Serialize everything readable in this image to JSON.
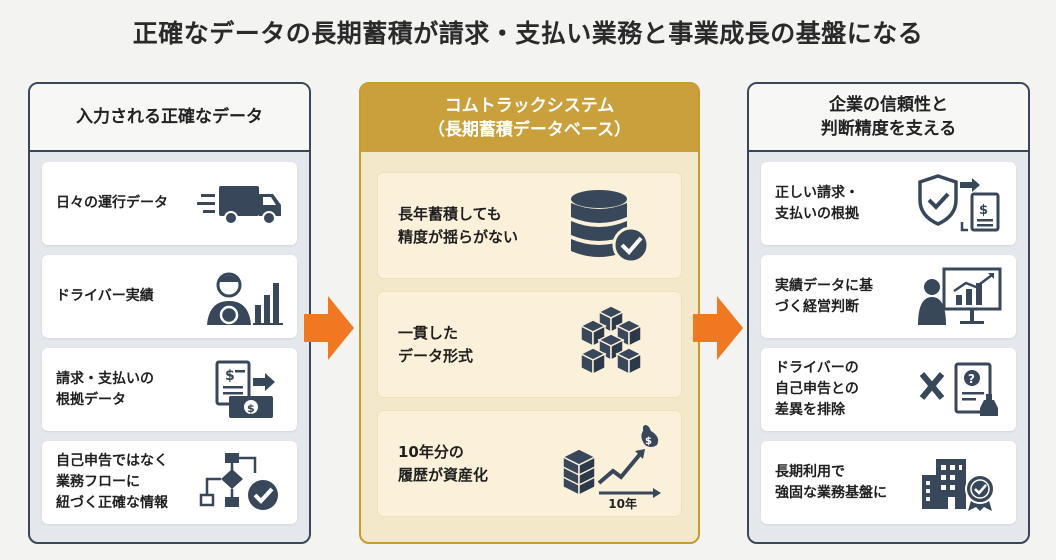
{
  "title": "正確なデータの長期蓄積が請求・支払い業務と事業成長の基盤になる",
  "left": {
    "heading": "入力される正確なデータ",
    "cards": [
      {
        "line1": "日々の運行データ",
        "line2": "",
        "line3": "",
        "icon": "delivery-truck-icon"
      },
      {
        "line1": "ドライバー実績",
        "line2": "",
        "line3": "",
        "icon": "driver-chart-icon"
      },
      {
        "line1": "請求・支払いの",
        "line2": "根拠データ",
        "line3": "",
        "icon": "invoice-money-icon"
      },
      {
        "line1": "自己申告ではなく",
        "line2": "業務フローに",
        "line3": "紐づく正確な情報",
        "icon": "workflow-check-icon"
      }
    ]
  },
  "middle": {
    "heading_line1": "コムトラックシステム",
    "heading_line2": "（長期蓄積データベース）",
    "cards": [
      {
        "line1": "長年蓄積しても",
        "line2": "精度が揺らがない",
        "icon": "database-check-icon"
      },
      {
        "line1": "一貫した",
        "line2": "データ形式",
        "icon": "cubes-icon"
      },
      {
        "line1": "10年分の",
        "line2": "履歴が資産化",
        "icon": "growth-database-icon",
        "axis_label": "10年"
      }
    ]
  },
  "right": {
    "heading_line1": "企業の信頼性と",
    "heading_line2": "判断精度を支える",
    "cards": [
      {
        "line1": "正しい請求・",
        "line2": "支払いの根拠",
        "icon": "shield-document-icon"
      },
      {
        "line1": "実績データに基",
        "line2": "づく経営判断",
        "icon": "presenter-chart-icon"
      },
      {
        "line1": "ドライバーの",
        "line2": "自己申告との",
        "line3": "差異を排除",
        "icon": "cross-document-icon"
      },
      {
        "line1": "長期利用で",
        "line2": "強固な業務基盤に",
        "icon": "building-badge-icon"
      }
    ]
  },
  "colors": {
    "navy": "#38475a",
    "gold": "#c9a03c",
    "orange": "#f07820"
  }
}
